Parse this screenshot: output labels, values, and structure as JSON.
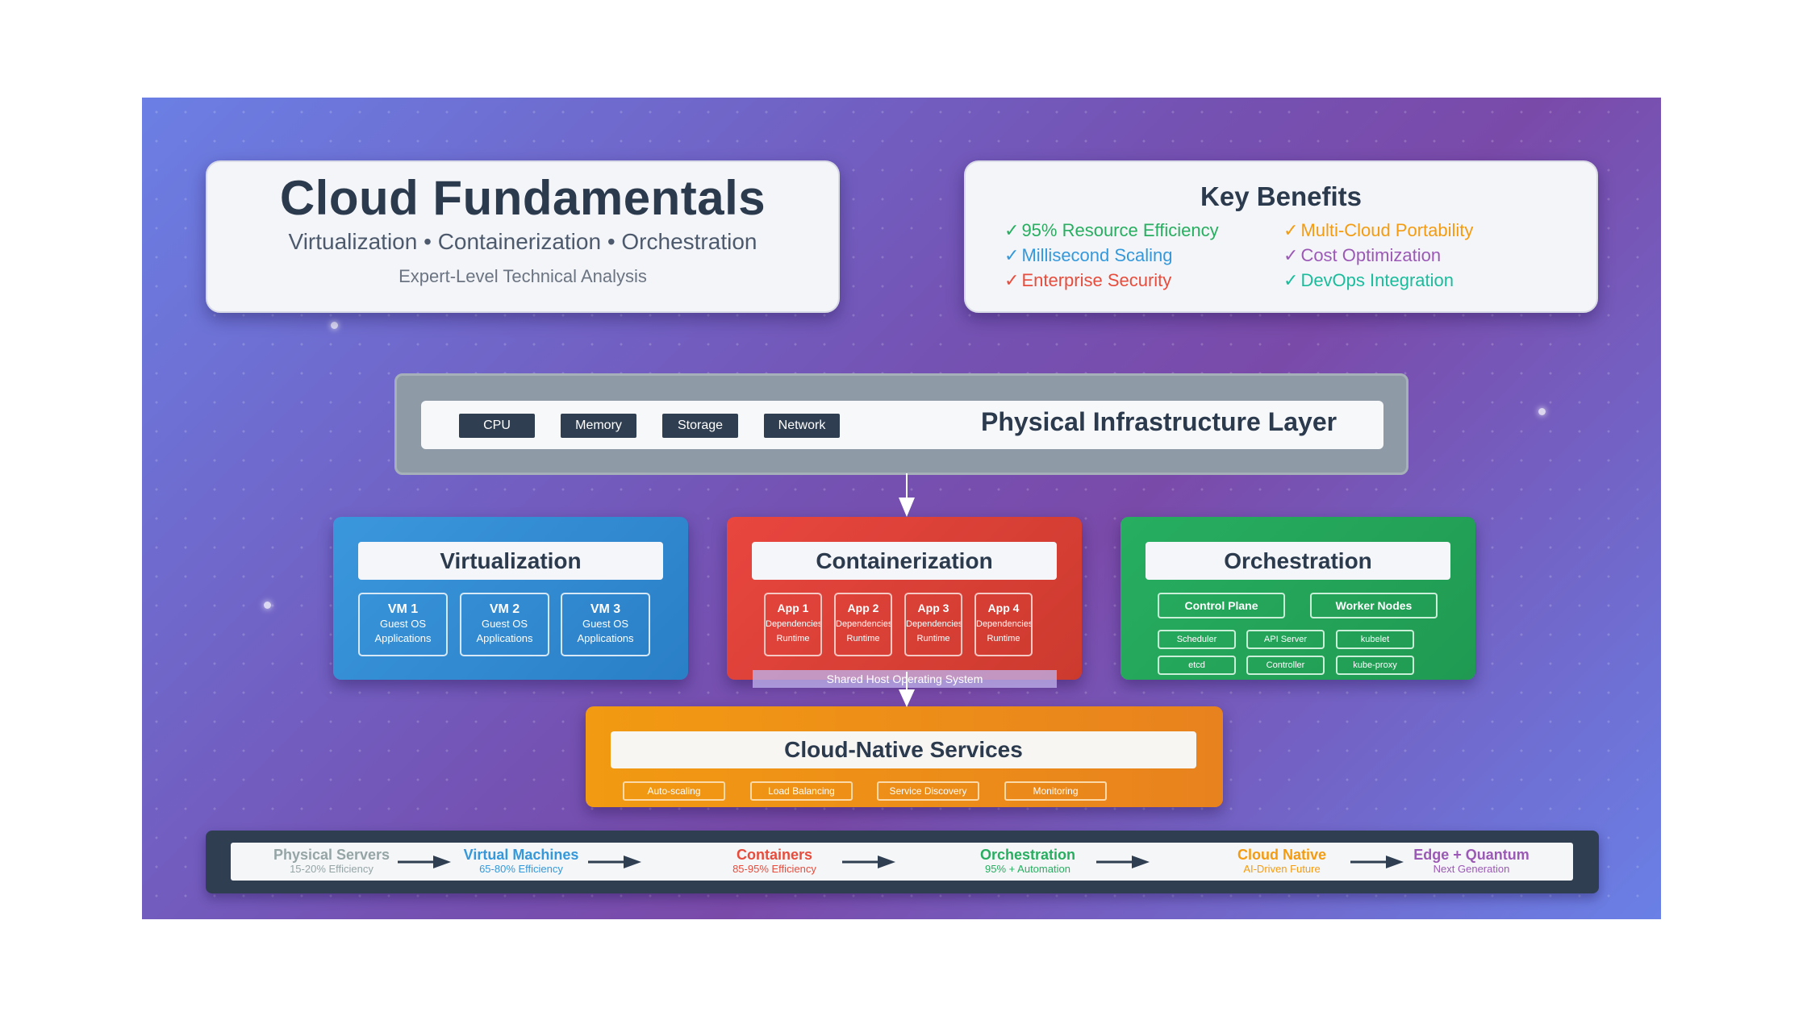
{
  "header": {
    "title": "Cloud Fundamentals",
    "subtitle": "Virtualization • Containerization • Orchestration",
    "tagline": "Expert-Level Technical Analysis"
  },
  "benefits": {
    "title": "Key Benefits",
    "check": "✓",
    "items": [
      {
        "text": "95% Resource Efficiency",
        "color": "#27ae60"
      },
      {
        "text": "Multi-Cloud Portability",
        "color": "#f39c12"
      },
      {
        "text": "Millisecond Scaling",
        "color": "#3498db"
      },
      {
        "text": "Cost Optimization",
        "color": "#9b59b6"
      },
      {
        "text": "Enterprise Security",
        "color": "#e74c3c"
      },
      {
        "text": "DevOps Integration",
        "color": "#1abc9c"
      }
    ]
  },
  "physical": {
    "title": "Physical Infrastructure Layer",
    "resources": [
      "CPU",
      "Memory",
      "Storage",
      "Network"
    ]
  },
  "virtualization": {
    "title": "Virtualization",
    "vms": [
      {
        "name": "VM 1",
        "os": "Guest OS",
        "apps": "Applications"
      },
      {
        "name": "VM 2",
        "os": "Guest OS",
        "apps": "Applications"
      },
      {
        "name": "VM 3",
        "os": "Guest OS",
        "apps": "Applications"
      }
    ]
  },
  "containerization": {
    "title": "Containerization",
    "apps": [
      {
        "name": "App 1",
        "deps": "Dependencies",
        "runtime": "Runtime"
      },
      {
        "name": "App 2",
        "deps": "Dependencies",
        "runtime": "Runtime"
      },
      {
        "name": "App 3",
        "deps": "Dependencies",
        "runtime": "Runtime"
      },
      {
        "name": "App 4",
        "deps": "Dependencies",
        "runtime": "Runtime"
      }
    ],
    "shared_os": "Shared Host Operating System"
  },
  "orchestration": {
    "title": "Orchestration",
    "groups": [
      "Control Plane",
      "Worker Nodes"
    ],
    "components": [
      "Scheduler",
      "API Server",
      "kubelet",
      "etcd",
      "Controller",
      "kube-proxy"
    ]
  },
  "cloud_native": {
    "title": "Cloud-Native Services",
    "services": [
      "Auto-scaling",
      "Load Balancing",
      "Service Discovery",
      "Monitoring"
    ]
  },
  "evolution": [
    {
      "name": "Physical Servers",
      "sub": "15-20% Efficiency",
      "color": "#95a5a6"
    },
    {
      "name": "Virtual Machines",
      "sub": "65-80% Efficiency",
      "color": "#3498db"
    },
    {
      "name": "Containers",
      "sub": "85-95% Efficiency",
      "color": "#e74c3c"
    },
    {
      "name": "Orchestration",
      "sub": "95% + Automation",
      "color": "#27ae60"
    },
    {
      "name": "Cloud Native",
      "sub": "AI-Driven Future",
      "color": "#f39c12"
    },
    {
      "name": "Edge + Quantum",
      "sub": "Next Generation",
      "color": "#9b59b6"
    }
  ]
}
